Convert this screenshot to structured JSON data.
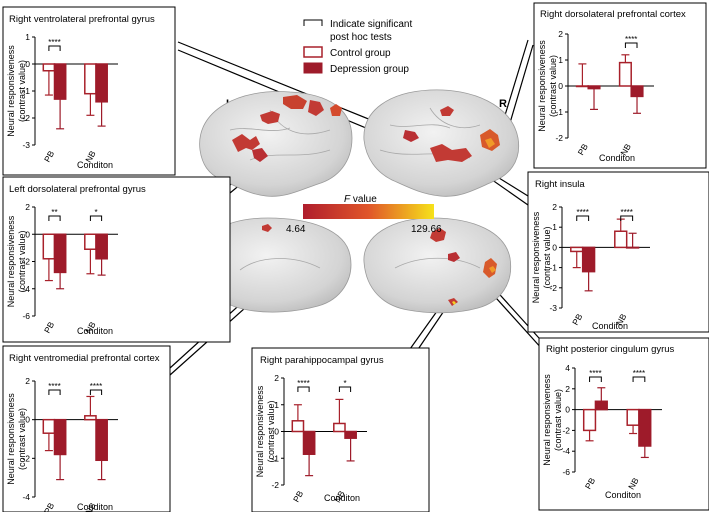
{
  "legend": {
    "posthoc": "Indicate significant post hoc tests",
    "posthoc_line1": "Indicate significant",
    "posthoc_line2": "post hoc tests",
    "control": "Control group",
    "depression": "Depression group"
  },
  "colors": {
    "control_edge": "#a8212b",
    "depression_fill": "#9e1b2a",
    "brain": "#d9d9d9"
  },
  "hemispheres": {
    "left": "L",
    "right": "R"
  },
  "colorbar": {
    "label": "F value",
    "label_italic": "F",
    "label_rest": " value",
    "min": "4.64",
    "max": "129.66"
  },
  "chart_data": [
    {
      "id": "rvlpfg",
      "type": "bar",
      "title": "Right ventrolateral prefrontal gyrus",
      "ylabel": "Neural responsiveness\n(contrast  value)",
      "ylabel_line1": "Neural responsiveness",
      "ylabel_line2": "(contrast  value)",
      "xlabel": "Conditon",
      "categories": [
        "PB",
        "NB"
      ],
      "ylim": [
        -3,
        1
      ],
      "yticks": [
        -3,
        -2,
        -1,
        0,
        1
      ],
      "series": [
        {
          "name": "Control group",
          "values": [
            -0.25,
            -1.1
          ],
          "errors": [
            0.9,
            0.8
          ]
        },
        {
          "name": "Depression group",
          "values": [
            -1.3,
            -1.4
          ],
          "errors": [
            1.1,
            0.9
          ]
        }
      ],
      "significance": [
        {
          "category": "PB",
          "label": "****"
        }
      ]
    },
    {
      "id": "ldlpfg",
      "type": "bar",
      "title": "Left dorsolateral prefrontal gyrus",
      "ylabel": "Neural responsiveness\n(contrast  value)",
      "ylabel_line1": "Neural responsiveness",
      "ylabel_line2": "(contrast  value)",
      "xlabel": "Conditon",
      "categories": [
        "PB",
        "NB"
      ],
      "ylim": [
        -6,
        2
      ],
      "yticks": [
        -6,
        -4,
        -2,
        0,
        2
      ],
      "series": [
        {
          "name": "Control group",
          "values": [
            -1.8,
            -1.1
          ],
          "errors": [
            1.6,
            1.8
          ]
        },
        {
          "name": "Depression group",
          "values": [
            -2.8,
            -1.8
          ],
          "errors": [
            1.2,
            1.2
          ]
        }
      ],
      "significance": [
        {
          "category": "PB",
          "label": "**"
        },
        {
          "category": "NB",
          "label": "*"
        }
      ]
    },
    {
      "id": "rvmpfc",
      "type": "bar",
      "title": "Right ventromedial prefrontal cortex",
      "ylabel": "Neural responsiveness\n(contrast  value)",
      "ylabel_line1": "Neural responsiveness",
      "ylabel_line2": "(contrast  value)",
      "xlabel": "Conditon",
      "categories": [
        "PB",
        "NB"
      ],
      "ylim": [
        -4,
        2
      ],
      "yticks": [
        -4,
        -2,
        0,
        2
      ],
      "series": [
        {
          "name": "Control group",
          "values": [
            -0.7,
            0.2
          ],
          "errors": [
            0.9,
            1.0
          ]
        },
        {
          "name": "Depression group",
          "values": [
            -1.8,
            -2.1
          ],
          "errors": [
            1.3,
            1.0
          ]
        }
      ],
      "significance": [
        {
          "category": "PB",
          "label": "****"
        },
        {
          "category": "NB",
          "label": "****"
        }
      ]
    },
    {
      "id": "rphg",
      "type": "bar",
      "title": "Right parahippocampal gyrus",
      "ylabel": "Neural responsiveness\n(contrast  value)",
      "ylabel_line1": "Neural responsiveness",
      "ylabel_line2": "(contrast  value)",
      "xlabel": "Conditon",
      "categories": [
        "PB",
        "NB"
      ],
      "ylim": [
        -2,
        2
      ],
      "yticks": [
        -2,
        -1,
        0,
        1,
        2
      ],
      "series": [
        {
          "name": "Control group",
          "values": [
            0.4,
            0.3
          ],
          "errors": [
            0.6,
            0.9
          ]
        },
        {
          "name": "Depression group",
          "values": [
            -0.85,
            -0.25
          ],
          "errors": [
            0.8,
            0.85
          ]
        }
      ],
      "significance": [
        {
          "category": "PB",
          "label": "****"
        },
        {
          "category": "NB",
          "label": "*"
        }
      ]
    },
    {
      "id": "rdlpfc",
      "type": "bar",
      "title": "Right dorsolateral prefrontal cortex",
      "ylabel": "Neural responsiveness\n(contrast  value)",
      "ylabel_line1": "Neural responsiveness",
      "ylabel_line2": "(contrast  value)",
      "xlabel": "Conditon",
      "categories": [
        "PB",
        "NB"
      ],
      "ylim": [
        -2,
        2
      ],
      "yticks": [
        -2,
        -1,
        0,
        1,
        2
      ],
      "series": [
        {
          "name": "Control group",
          "values": [
            0.0,
            0.9
          ],
          "errors": [
            0.85,
            0.3
          ]
        },
        {
          "name": "Depression group",
          "values": [
            -0.1,
            -0.4
          ],
          "errors": [
            0.8,
            0.65
          ]
        }
      ],
      "significance": [
        {
          "category": "NB",
          "label": "****"
        }
      ]
    },
    {
      "id": "rins",
      "type": "bar",
      "title": "Right insula",
      "ylabel": "Neural responsiveness\n(contrast  value)",
      "ylabel_line1": "Neural responsiveness",
      "ylabel_line2": "(contrast  value)",
      "xlabel": "Conditon",
      "categories": [
        "PB",
        "NB"
      ],
      "ylim": [
        -3,
        2
      ],
      "yticks": [
        -3,
        -2,
        -1,
        0,
        1,
        2
      ],
      "series": [
        {
          "name": "Control group",
          "values": [
            -0.2,
            0.8
          ],
          "errors": [
            0.8,
            0.6
          ]
        },
        {
          "name": "Depression group",
          "values": [
            -1.2,
            0.0
          ],
          "errors": [
            0.95,
            0.7
          ]
        }
      ],
      "significance": [
        {
          "category": "PB",
          "label": "****"
        },
        {
          "category": "NB",
          "label": "****"
        }
      ]
    },
    {
      "id": "rpcg",
      "type": "bar",
      "title": "Right posterior cingulum gyrus",
      "ylabel": "Neural responsiveness\n(contrast  value)",
      "ylabel_line1": "Neural responsiveness",
      "ylabel_line2": "(contrast  value)",
      "xlabel": "Conditon",
      "categories": [
        "PB",
        "NB"
      ],
      "ylim": [
        -6,
        4
      ],
      "yticks": [
        -6,
        -4,
        -2,
        0,
        2,
        4
      ],
      "series": [
        {
          "name": "Control group",
          "values": [
            -2.0,
            -1.5
          ],
          "errors": [
            1.0,
            0.8
          ]
        },
        {
          "name": "Depression group",
          "values": [
            0.8,
            -3.5
          ],
          "errors": [
            1.3,
            1.1
          ]
        }
      ],
      "significance": [
        {
          "category": "PB",
          "label": "****"
        },
        {
          "category": "NB",
          "label": "****"
        }
      ]
    }
  ]
}
